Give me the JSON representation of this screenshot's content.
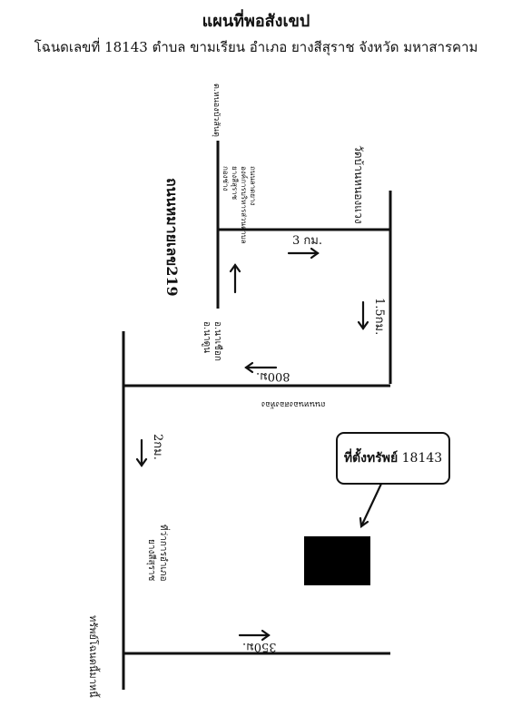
{
  "header": {
    "title": "แผนที่พอสังเขป",
    "subtitle": "โฉนดเลขที่ 18143 ตำบล ขามเรียน อำเภอ ยางสีสุราช จังหวัด มหาสารคาม"
  },
  "map": {
    "road_219": "ถนนหมายเลข219",
    "road_top_left": "ต.หนองบัวสันตุ",
    "wat": "วัดบ้านหนองแวง",
    "landmark_block": [
      "ถนนลาดยาง",
      "องค์การบริหารส่วนตำบล",
      "ยางสีสุราช",
      "กองช่าง"
    ],
    "junction_label": [
      "อ.นาเชือก",
      "อ.นาดูน"
    ],
    "dist_3km": "3 กม.",
    "dist_15km": "1.5กม.",
    "dist_800m": "800ม.",
    "road_mid_label": "ถนนหนองสองห้อง",
    "dist_2km": "2กม.",
    "office_label": [
      "ที่ว่าการอำเภอ",
      "ยางสีสุราช"
    ],
    "road_left_label": "ทรัพย์โฉนดนี้มาหนี้",
    "dist_350m": "350ม.",
    "callout_prefix": "ที่ตั้งทรัพย์",
    "callout_number": "18143"
  }
}
